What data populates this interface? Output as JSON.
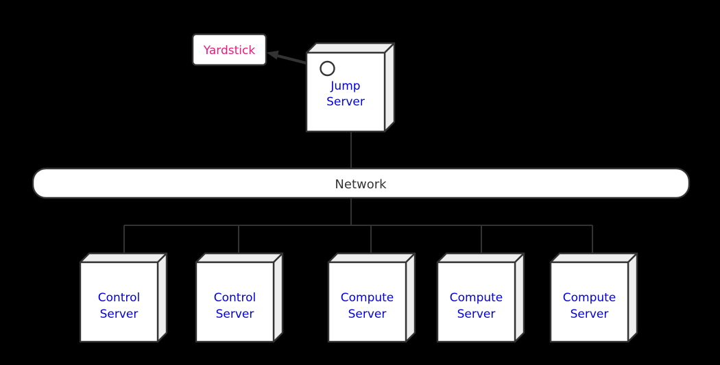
{
  "colors": {
    "background": "#000000",
    "outline": "#333333",
    "face": "#ffffff",
    "side": "#eeeeee",
    "node_text": "#0000e0",
    "yardstick_text": "#f01879",
    "network_text": "#333333"
  },
  "yardstick": {
    "label": "Yardstick"
  },
  "jump_server": {
    "label": "Jump Server",
    "line1": "Jump",
    "line2": "Server"
  },
  "network": {
    "label": "Network"
  },
  "servers": [
    {
      "label": "Control Server",
      "line1": "Control",
      "line2": "Server"
    },
    {
      "label": "Control Server",
      "line1": "Control",
      "line2": "Server"
    },
    {
      "label": "Compute Server",
      "line1": "Compute",
      "line2": "Server"
    },
    {
      "label": "Compute Server",
      "line1": "Compute",
      "line2": "Server"
    },
    {
      "label": "Compute Server",
      "line1": "Compute",
      "line2": "Server"
    }
  ]
}
